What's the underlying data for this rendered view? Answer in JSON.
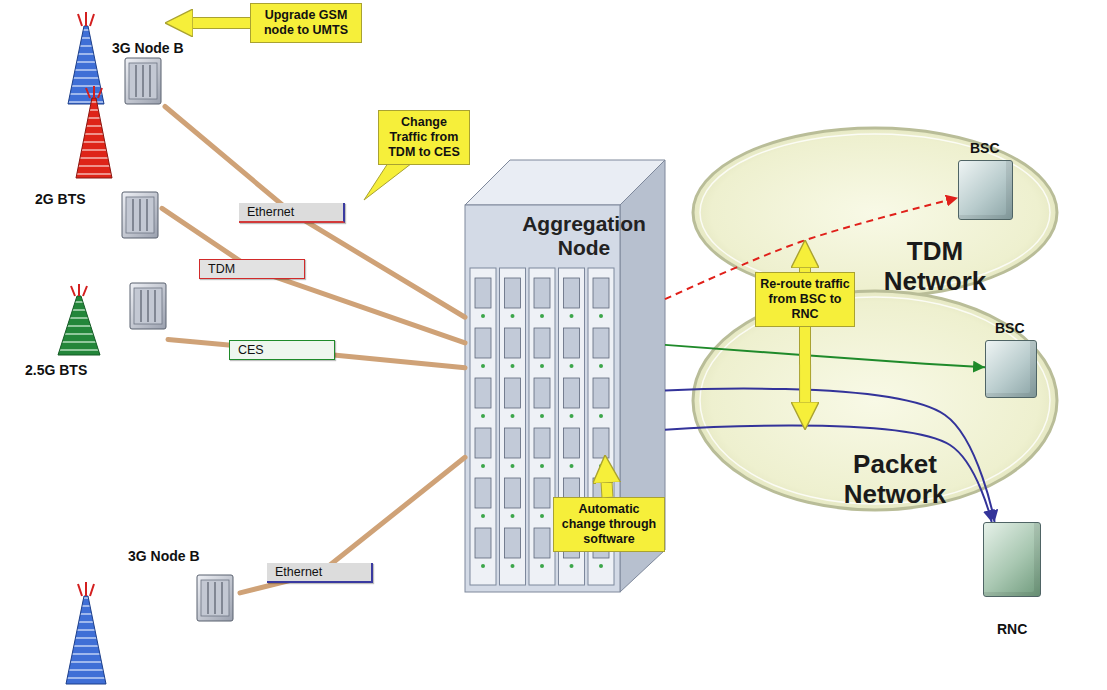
{
  "diagram": {
    "nodes": [
      {
        "text": [
          "3G Node B"
        ]
      },
      {
        "text": [
          "2G BTS"
        ]
      },
      {
        "text": [
          "2.5G BTS"
        ]
      },
      {
        "text": [
          "3G Node B"
        ]
      },
      {
        "text": [
          "Aggregation Node"
        ]
      },
      {
        "text": [
          "TDM Network"
        ]
      },
      {
        "text": [
          "Packet Network"
        ]
      },
      {
        "text": [
          "BSC"
        ]
      },
      {
        "text": [
          "BSC"
        ]
      },
      {
        "text": [
          "RNC"
        ]
      },
      {
        "text": [
          "Upgrade GSM node to UMTS"
        ]
      },
      {
        "text": [
          "Change Traffic from TDM to CES"
        ]
      },
      {
        "text": [
          "Re-route traffic from BSC to RNC"
        ]
      },
      {
        "text": [
          "Automatic change through software"
        ]
      }
    ],
    "edges": [
      {
        "from": 0,
        "to": 4,
        "arrow": "none",
        "label": "Ethernet"
      },
      {
        "from": 1,
        "to": 4,
        "arrow": "none",
        "label": "TDM"
      },
      {
        "from": 2,
        "to": 4,
        "arrow": "none",
        "label": "CES"
      },
      {
        "from": 3,
        "to": 4,
        "arrow": "none",
        "label": "Ethernet"
      },
      {
        "from": 4,
        "to": 7,
        "arrow": "to"
      },
      {
        "from": 4,
        "to": 8,
        "arrow": "to"
      },
      {
        "from": 4,
        "to": 9,
        "arrow": "to"
      },
      {
        "from": 4,
        "to": 9,
        "arrow": "to"
      },
      {
        "from": 10,
        "to": 0,
        "arrow": "to"
      },
      {
        "from": 13,
        "to": 4,
        "arrow": "to"
      },
      {
        "from": 12,
        "to": 5,
        "arrow": "to"
      },
      {
        "from": 12,
        "to": 6,
        "arrow": "to"
      }
    ]
  }
}
